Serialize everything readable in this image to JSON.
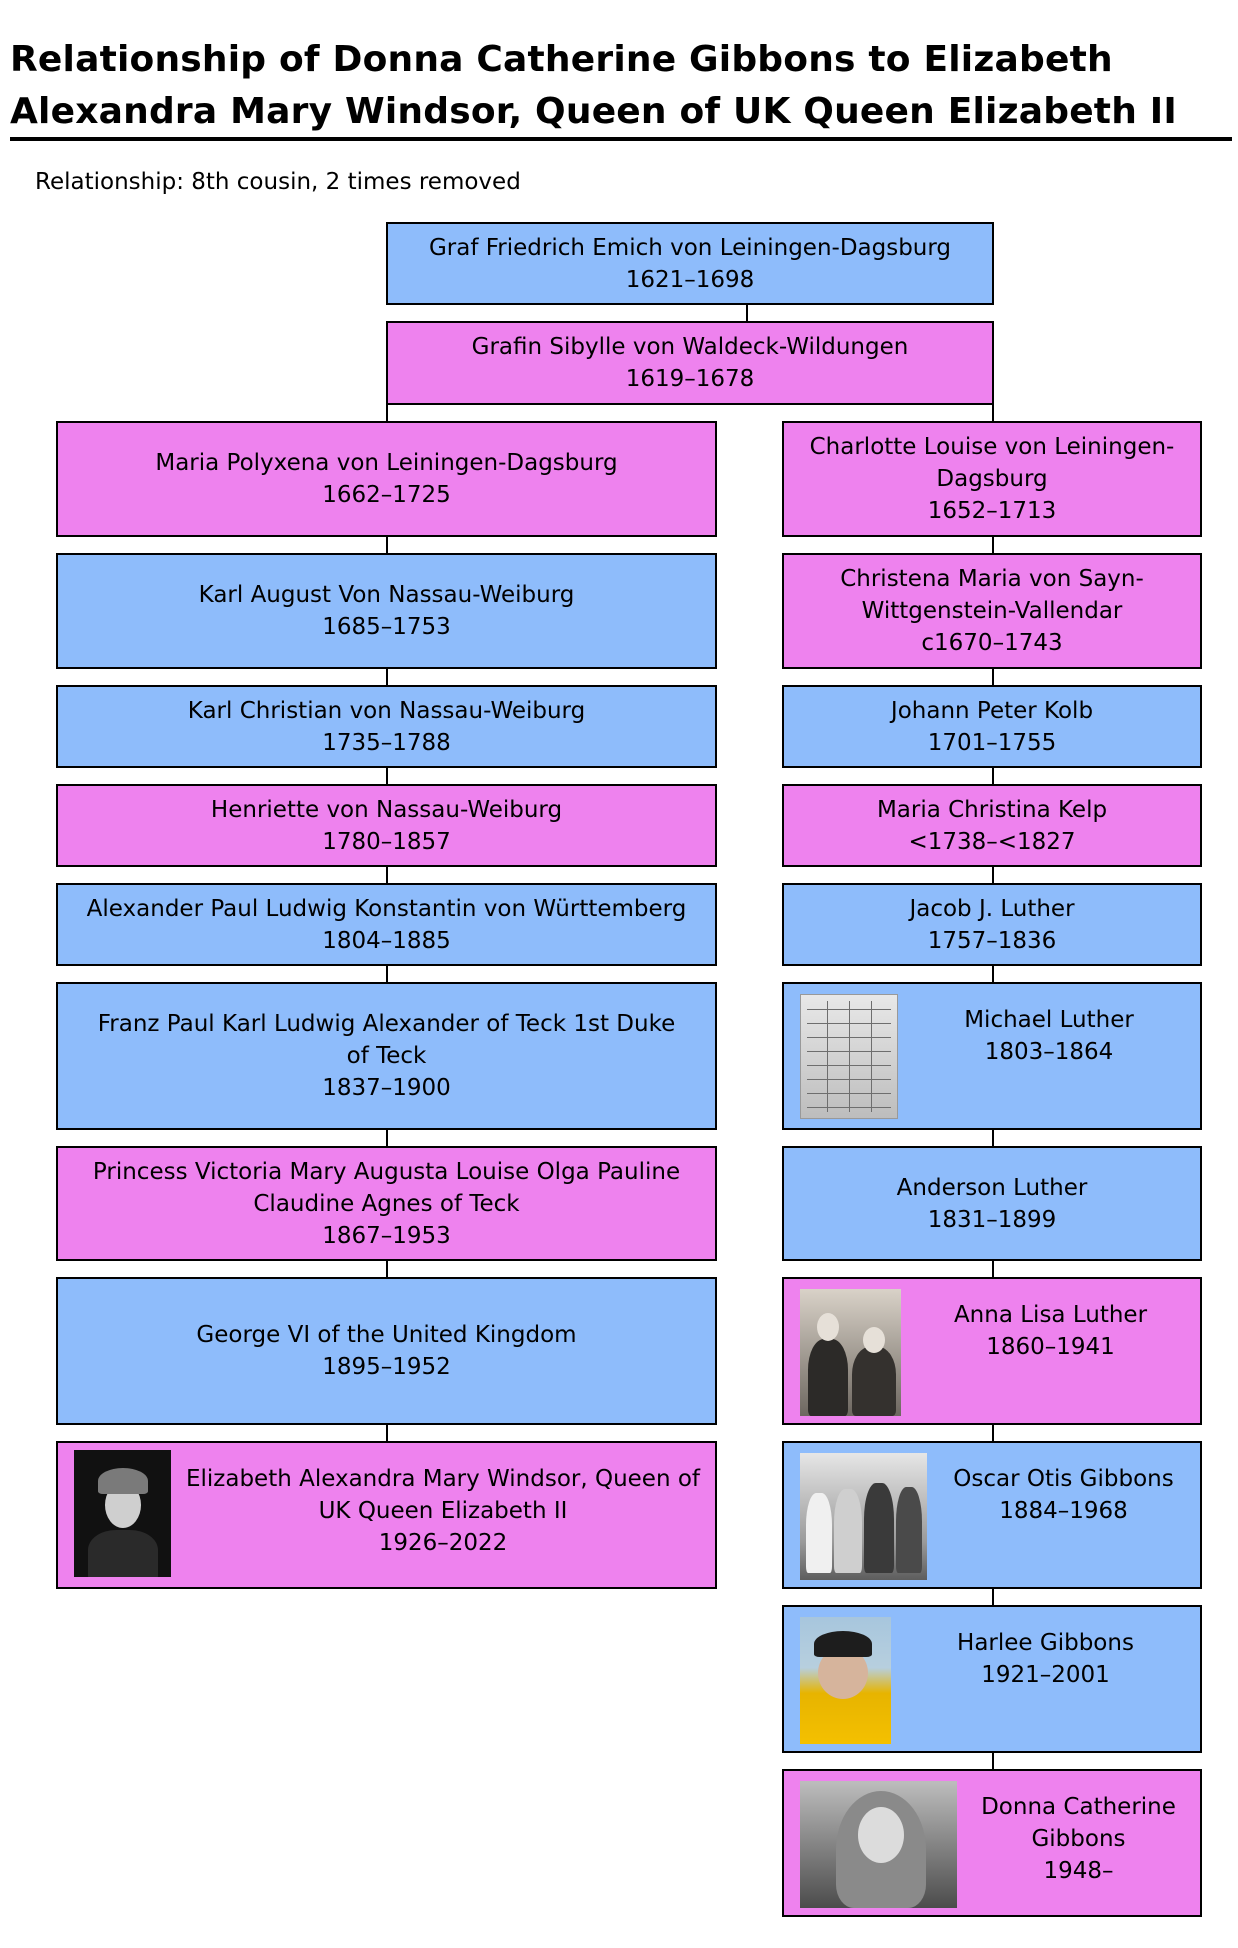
{
  "title": "Relationship of Donna Catherine Gibbons to Elizabeth Alexandra Mary Windsor, Queen of UK Queen Elizabeth II",
  "relationship": "Relationship: 8th cousin, 2 times removed",
  "colors": {
    "male": "#8ebcfb",
    "female": "#ee82ee",
    "line": "#000000"
  },
  "common_ancestors": [
    {
      "name": "Graf Friedrich Emich von Leiningen-Dagsburg",
      "dates": "1621–1698",
      "sex": "male"
    },
    {
      "name": "Grafin Sibylle von Waldeck-Wildungen",
      "dates": "1619–1678",
      "sex": "female"
    }
  ],
  "left_line": [
    {
      "name": "Maria Polyxena von Leiningen-Dagsburg",
      "dates": "1662–1725",
      "sex": "female"
    },
    {
      "name": "Karl August Von Nassau-Weiburg",
      "dates": "1685–1753",
      "sex": "male"
    },
    {
      "name": "Karl Christian von Nassau-Weiburg",
      "dates": "1735–1788",
      "sex": "male"
    },
    {
      "name": "Henriette von Nassau-Weiburg",
      "dates": "1780–1857",
      "sex": "female"
    },
    {
      "name": "Alexander Paul Ludwig Konstantin von Württemberg",
      "dates": "1804–1885",
      "sex": "male"
    },
    {
      "name": "Franz Paul Karl Ludwig Alexander of Teck 1st Duke of Teck",
      "dates": "1837–1900",
      "sex": "male"
    },
    {
      "name": "Princess Victoria Mary Augusta Louise Olga Pauline Claudine Agnes of Teck",
      "dates": "1867–1953",
      "sex": "female"
    },
    {
      "name": "George VI of the United Kingdom",
      "dates": "1895–1952",
      "sex": "male"
    },
    {
      "name": "Elizabeth Alexandra Mary Windsor, Queen of UK Queen Elizabeth II",
      "dates": "1926–2022",
      "sex": "female",
      "photo": "portrait-photo"
    }
  ],
  "right_line": [
    {
      "name": "Charlotte Louise von Leiningen-Dagsburg",
      "dates": "1652–1713",
      "sex": "female"
    },
    {
      "name": "Christena Maria von Sayn-Wittgenstein-Vallendar",
      "dates": "c1670–1743",
      "sex": "female"
    },
    {
      "name": "Johann Peter Kolb",
      "dates": "1701–1755",
      "sex": "male"
    },
    {
      "name": "Maria Christina Kelp",
      "dates": "<1738–<1827",
      "sex": "female"
    },
    {
      "name": "Jacob J. Luther",
      "dates": "1757–1836",
      "sex": "male"
    },
    {
      "name": "Michael Luther",
      "dates": "1803–1864",
      "sex": "male",
      "photo": "census-document-photo"
    },
    {
      "name": "Anderson Luther",
      "dates": "1831–1899",
      "sex": "male"
    },
    {
      "name": "Anna Lisa Luther",
      "dates": "1860–1941",
      "sex": "female",
      "photo": "couple-photo"
    },
    {
      "name": "Oscar Otis Gibbons",
      "dates": "1884–1968",
      "sex": "male",
      "photo": "group-photo"
    },
    {
      "name": "Harlee Gibbons",
      "dates": "1921–2001",
      "sex": "male",
      "photo": "man-in-yellow-jacket-photo"
    },
    {
      "name": "Donna Catherine Gibbons",
      "dates": "1948–",
      "sex": "female",
      "photo": "child-photo"
    }
  ]
}
